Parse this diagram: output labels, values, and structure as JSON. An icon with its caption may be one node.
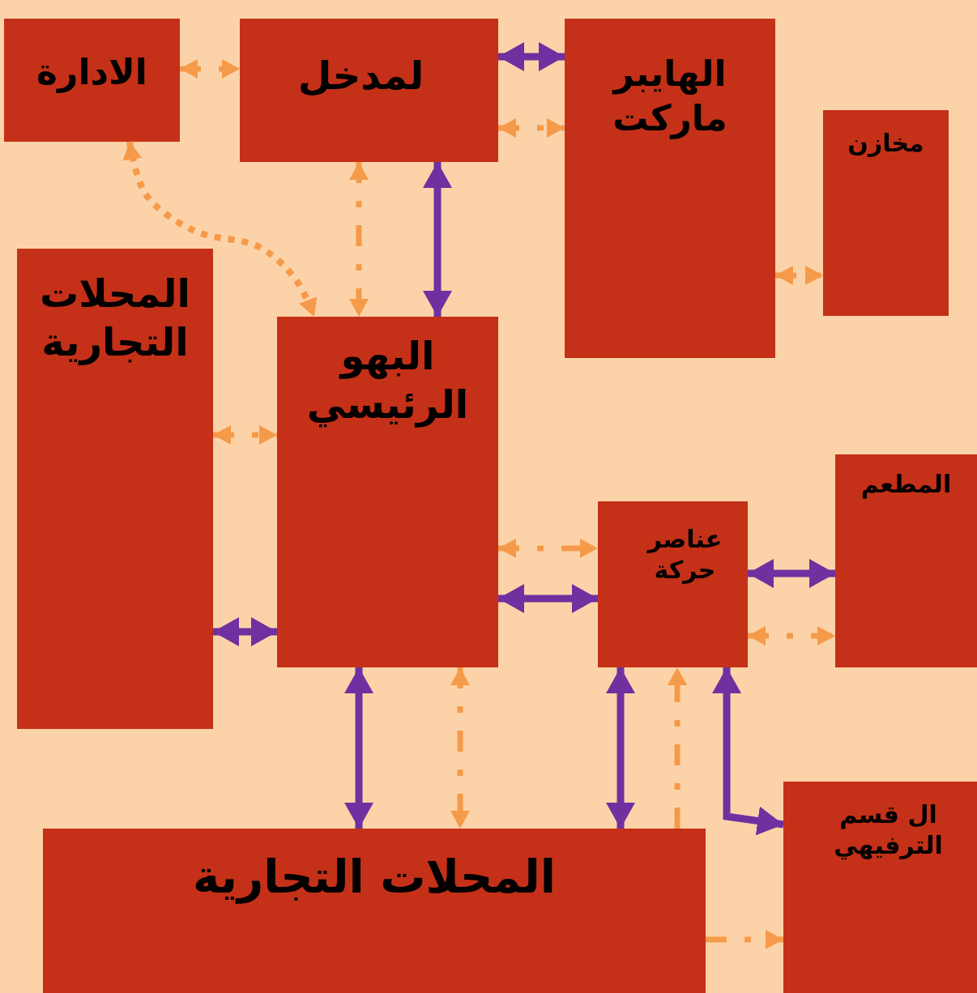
{
  "diagram": {
    "nodes": [
      {
        "text": [
          "الادارة"
        ]
      },
      {
        "text": [
          "لمدخل"
        ]
      },
      {
        "text": [
          "الهايبر ماركت"
        ]
      },
      {
        "text": [
          "مخازن"
        ]
      },
      {
        "text": [
          "المحلات التجارية"
        ]
      },
      {
        "text": [
          "البهو الرئيسي"
        ]
      },
      {
        "text": [
          "عناصر حركة"
        ]
      },
      {
        "text": [
          "المطعم"
        ]
      },
      {
        "text": [
          "ال قسم الترفيهي"
        ]
      },
      {
        "text": [
          "المحلات التجارية"
        ]
      }
    ],
    "edges": [
      {
        "from": 0,
        "to": 1,
        "arrow": "both",
        "style": "dashed"
      },
      {
        "from": 0,
        "to": 5,
        "arrow": "both",
        "style": "dashed"
      },
      {
        "from": 1,
        "to": 5,
        "arrow": "both",
        "style": "dashed"
      },
      {
        "from": 1,
        "to": 5,
        "arrow": "both",
        "color": "#7030a0"
      },
      {
        "from": 1,
        "to": 2,
        "arrow": "both",
        "color": "#7030a0"
      },
      {
        "from": 1,
        "to": 2,
        "arrow": "both",
        "style": "dashed"
      },
      {
        "from": 2,
        "to": 3,
        "arrow": "both",
        "style": "dashed"
      },
      {
        "from": 4,
        "to": 5,
        "arrow": "both",
        "style": "dashed"
      },
      {
        "from": 4,
        "to": 5,
        "arrow": "both",
        "color": "#7030a0"
      },
      {
        "from": 5,
        "to": 6,
        "arrow": "both",
        "style": "dashed"
      },
      {
        "from": 5,
        "to": 6,
        "arrow": "both",
        "color": "#7030a0"
      },
      {
        "from": 6,
        "to": 7,
        "arrow": "both",
        "color": "#7030a0"
      },
      {
        "from": 6,
        "to": 7,
        "arrow": "both",
        "style": "dashed"
      },
      {
        "from": 5,
        "to": 9,
        "arrow": "both",
        "color": "#7030a0"
      },
      {
        "from": 5,
        "to": 9,
        "arrow": "both",
        "style": "dashed"
      },
      {
        "from": 6,
        "to": 9,
        "arrow": "both",
        "color": "#7030a0"
      },
      {
        "from": 9,
        "to": 6,
        "arrow": "to",
        "style": "dashed"
      },
      {
        "from": 9,
        "to": 8,
        "arrow": "to",
        "style": "dashed"
      },
      {
        "from": 6,
        "to": 8,
        "arrow": "both",
        "color": "#7030a0"
      }
    ]
  }
}
